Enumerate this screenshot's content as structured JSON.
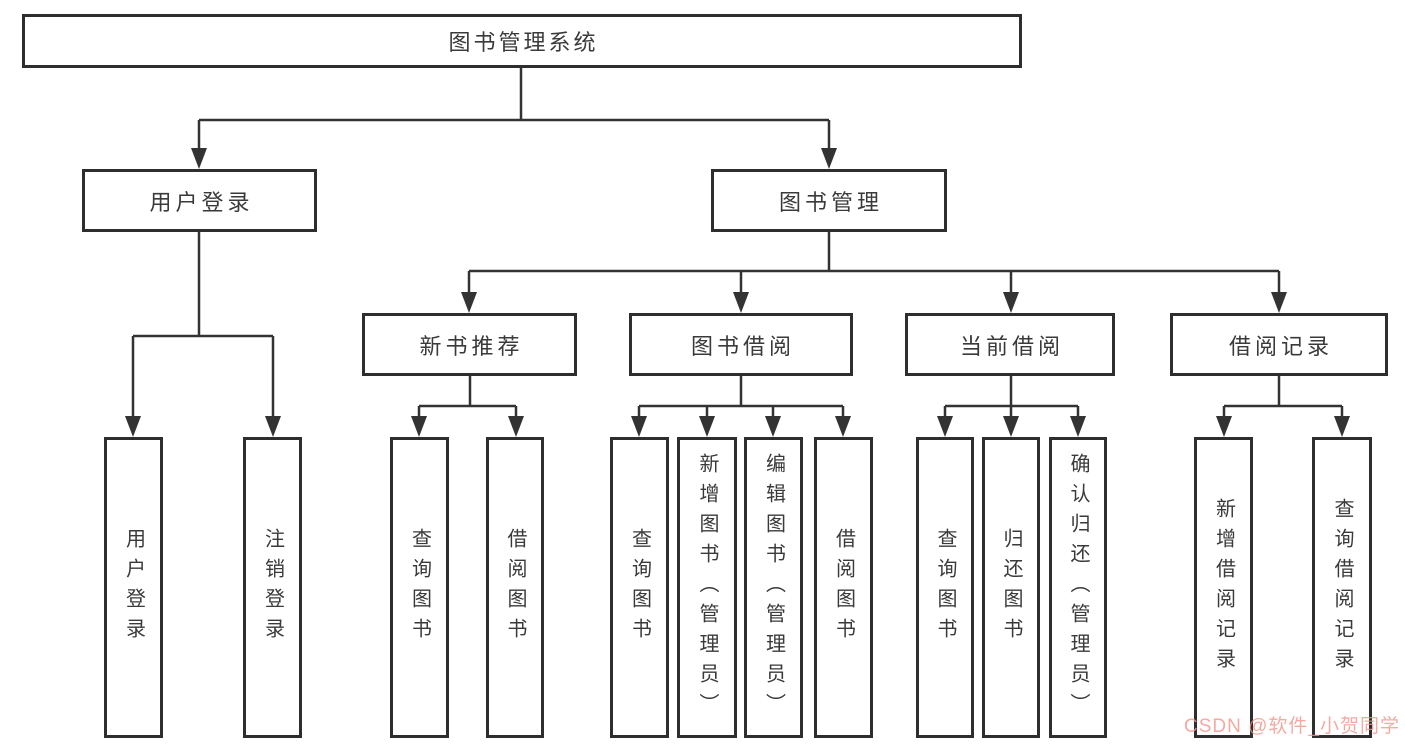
{
  "diagram": {
    "type": "tree",
    "title": "图书管理系统",
    "colors": {
      "line": "#333333",
      "box_border": "#2e2e2e",
      "text": "#3a3a3a",
      "background": "#ffffff",
      "watermark": "#f0968a"
    },
    "watermark": "CSDN @软件_小贺同学",
    "nodes": {
      "root": "图书管理系统",
      "user_login": "用户登录",
      "book_mgmt": "图书管理",
      "ul_user_login": "用户登录",
      "ul_logout": "注销登录",
      "new_book_rec": "新书推荐",
      "book_borrow": "图书借阅",
      "current_borrow": "当前借阅",
      "borrow_record": "借阅记录",
      "nbr_query_book": "查询图书",
      "nbr_borrow_book": "借阅图书",
      "bb_query_book": "查询图书",
      "bb_add_book_admin": "新增图书（管理员）",
      "bb_edit_book_admin": "编辑图书（管理员）",
      "bb_borrow_book": "借阅图书",
      "cb_query_book": "查询图书",
      "cb_return_book": "归还图书",
      "cb_confirm_return_admin": "确认归还（管理员）",
      "br_add_record": "新增借阅记录",
      "br_query_record": "查询借阅记录"
    },
    "hierarchy": {
      "图书管理系统": {
        "用户登录": [
          "用户登录",
          "注销登录"
        ],
        "图书管理": {
          "新书推荐": [
            "查询图书",
            "借阅图书"
          ],
          "图书借阅": [
            "查询图书",
            "新增图书（管理员）",
            "编辑图书（管理员）",
            "借阅图书"
          ],
          "当前借阅": [
            "查询图书",
            "归还图书",
            "确认归还（管理员）"
          ],
          "借阅记录": [
            "新增借阅记录",
            "查询借阅记录"
          ]
        }
      }
    }
  }
}
